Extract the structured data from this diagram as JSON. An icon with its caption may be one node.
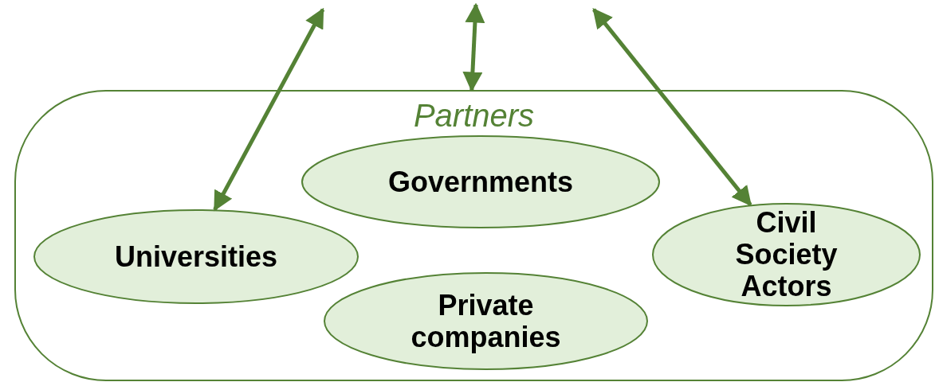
{
  "diagram": {
    "nodes": [
      {
        "text": [
          "Partners"
        ]
      },
      {
        "text": [
          "Governments"
        ],
        "in": 0
      },
      {
        "text": [
          "Universities"
        ],
        "in": 0
      },
      {
        "text": [
          "Civil Society Actors"
        ],
        "in": 0
      },
      {
        "text": [
          "Private companies"
        ],
        "in": 0
      }
    ],
    "edges": [
      {
        "from": null,
        "to": 2,
        "arrow": "both"
      },
      {
        "from": null,
        "to": 0,
        "arrow": "both"
      },
      {
        "from": null,
        "to": 3,
        "arrow": "both"
      }
    ]
  }
}
